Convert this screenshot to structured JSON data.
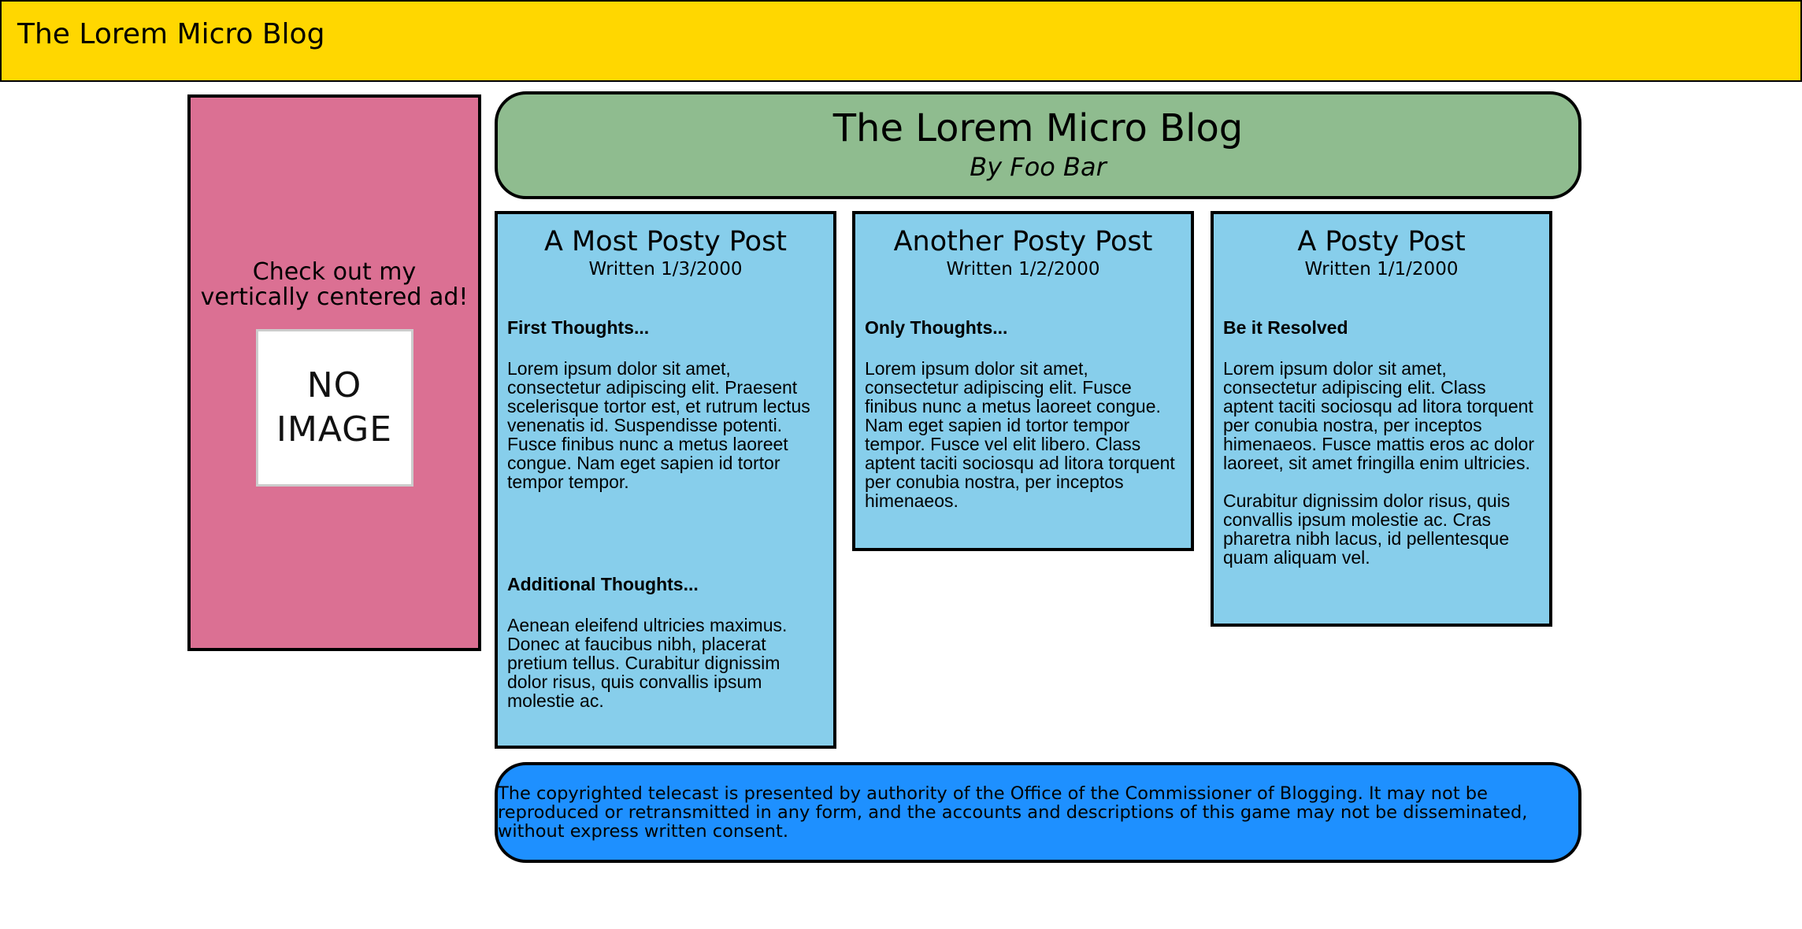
{
  "topbar": {
    "title": "The Lorem Micro Blog"
  },
  "ad": {
    "text": "Check out my vertically centered ad!",
    "image_line1": "NO",
    "image_line2": "IMAGE"
  },
  "header": {
    "title": "The Lorem Micro Blog",
    "author": "By Foo Bar"
  },
  "posts": [
    {
      "title": "A Most Posty Post",
      "date": "Written 1/3/2000",
      "sections": [
        {
          "heading": "First Thoughts...",
          "body": "Lorem ipsum dolor sit amet, consectetur adipiscing elit. Praesent scelerisque tortor est, et rutrum lectus venenatis id. Suspendisse potenti. Fusce finibus nunc a metus laoreet congue. Nam eget sapien id tortor tempor tempor."
        },
        {
          "heading": "Additional Thoughts...",
          "body": "Aenean eleifend ultricies maximus. Donec at faucibus nibh, placerat pretium tellus. Curabitur dignissim dolor risus, quis convallis ipsum molestie ac."
        }
      ]
    },
    {
      "title": "Another Posty Post",
      "date": "Written 1/2/2000",
      "sections": [
        {
          "heading": "Only Thoughts...",
          "body": "Lorem ipsum dolor sit amet, consectetur adipiscing elit. Fusce finibus nunc a metus laoreet congue. Nam eget sapien id tortor tempor tempor. Fusce vel elit libero. Class aptent taciti sociosqu ad litora torquent per conubia nostra, per inceptos himenaeos."
        }
      ]
    },
    {
      "title": "A Posty Post",
      "date": "Written 1/1/2000",
      "sections": [
        {
          "heading": "Be it Resolved",
          "body": "Lorem ipsum dolor sit amet, consectetur adipiscing elit. Class aptent taciti sociosqu ad litora torquent per conubia nostra, per inceptos himenaeos. Fusce mattis eros ac dolor laoreet, sit amet fringilla enim ultricies.",
          "body2": "Curabitur dignissim dolor risus, quis convallis ipsum molestie ac. Cras pharetra nibh lacus, id pellentesque quam aliquam vel."
        }
      ]
    }
  ],
  "footer": {
    "text": "The copyrighted telecast is presented by authority of the Office of the Commissioner of Blogging. It may not be reproduced or retransmitted in any form, and the accounts and descriptions of this game may not be disseminated, without express written consent."
  }
}
